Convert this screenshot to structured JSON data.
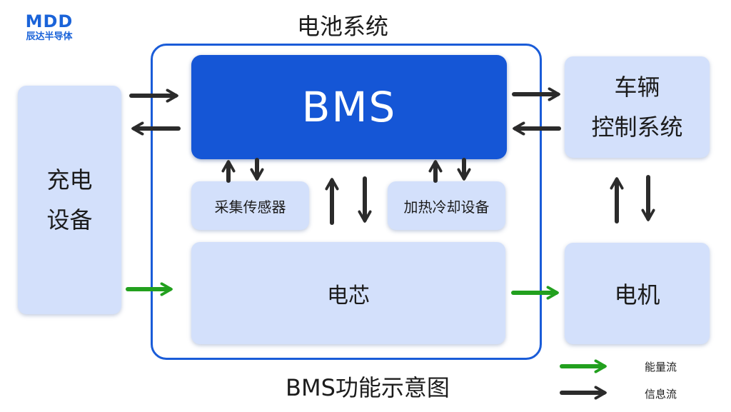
{
  "logo": {
    "mark": "MDD",
    "text": "辰达半导体"
  },
  "titles": {
    "top": "电池系统",
    "bottom": "BMS功能示意图"
  },
  "blocks": {
    "bms": "BMS",
    "charger_line1": "充电",
    "charger_line2": "设备",
    "vehicle_line1": "车辆",
    "vehicle_line2": "控制系统",
    "sensor": "采集传感器",
    "thermal": "加热冷却设备",
    "cell": "电芯",
    "motor": "电机"
  },
  "legend": [
    {
      "label": "能量流",
      "color": "#22a01e"
    },
    {
      "label": "信息流",
      "color": "#2b2b2b"
    }
  ],
  "colors": {
    "bms_fill": "#1556d6",
    "frame": "#1a5cd8",
    "block_fill": "#d3e0fb",
    "energy_arrow": "#22a01e",
    "info_arrow": "#2b2b2b"
  }
}
